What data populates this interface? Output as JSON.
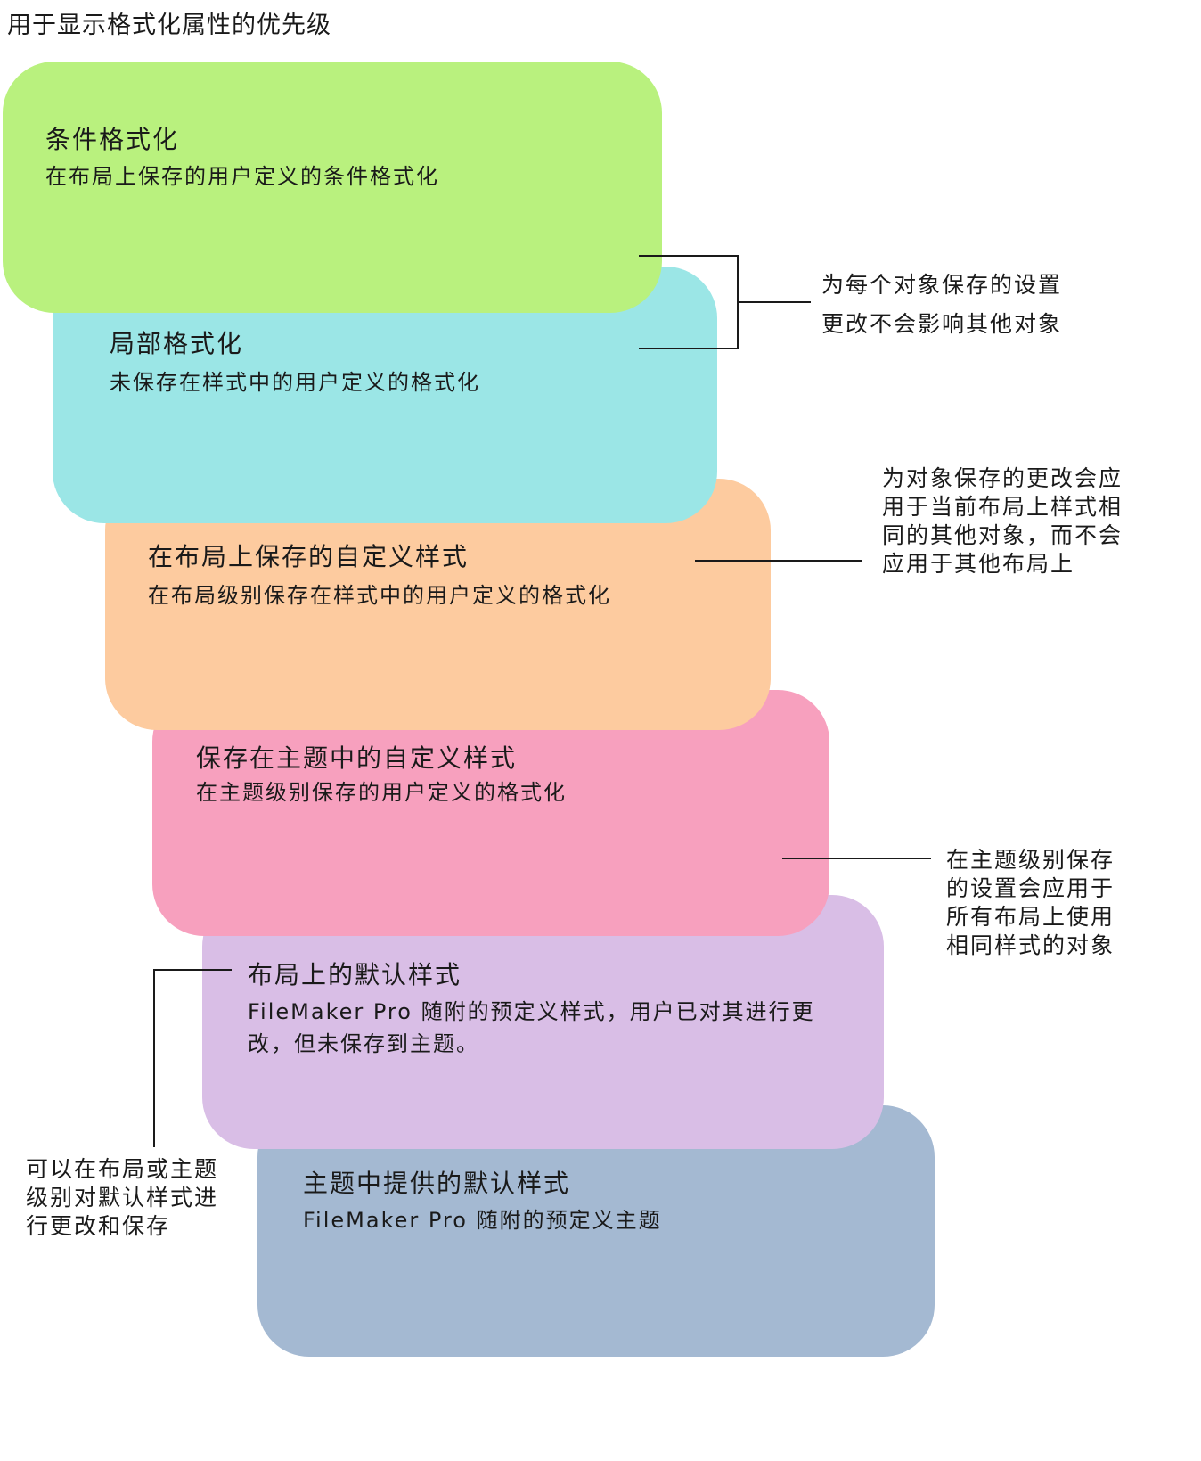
{
  "title": "用于显示格式化属性的优先级",
  "colors": {
    "conditional": "#b9f17e",
    "local": "#9be6e6",
    "layout_custom": "#fdcb9f",
    "theme_custom": "#f7a0be",
    "layout_default": "#d9bee6",
    "theme_default": "#a4b9d2"
  },
  "boxes": {
    "conditional": {
      "title": "条件格式化",
      "desc": "在布局上保存的用户定义的条件格式化"
    },
    "local": {
      "title": "局部格式化",
      "desc": "未保存在样式中的用户定义的格式化"
    },
    "layout_custom": {
      "title": "在布局上保存的自定义样式",
      "desc": "在布局级别保存在样式中的用户定义的格式化"
    },
    "theme_custom": {
      "title": "保存在主题中的自定义样式",
      "desc": "在主题级别保存的用户定义的格式化"
    },
    "layout_default": {
      "title": "布局上的默认样式",
      "desc_1": "FileMaker Pro 随附的预定义样式，用户已对其进行更",
      "desc_2": "改，但未保存到主题。"
    },
    "theme_default": {
      "title": "主题中提供的默认样式",
      "desc": "FileMaker Pro 随附的预定义主题"
    }
  },
  "notes": {
    "per_object": [
      "为每个对象保存的设置",
      "更改不会影响其他对象"
    ],
    "layout": [
      "为对象保存的更改会应",
      "用于当前布局上样式相",
      "同的其他对象，而不会",
      "应用于其他布局上"
    ],
    "theme": [
      "在主题级别保存",
      "的设置会应用于",
      "所有布局上使用",
      "相同样式的对象"
    ],
    "defaults": [
      "可以在布局或主题",
      "级别对默认样式进",
      "行更改和保存"
    ]
  }
}
